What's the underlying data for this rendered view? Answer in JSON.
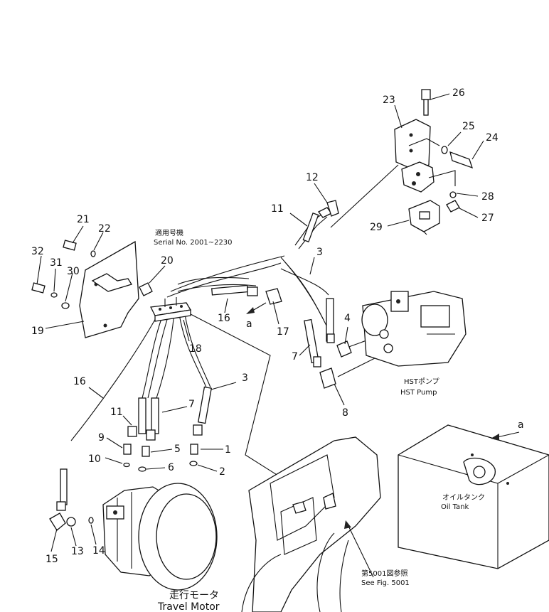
{
  "serial_note": {
    "jp": "適用号機",
    "en": "Serial No. 2001~2230"
  },
  "labels": {
    "hst_pump_jp": "HSTポンプ",
    "hst_pump_en": "HST Pump",
    "oil_tank_jp": "オイルタンク",
    "oil_tank_en": "Oil Tank",
    "see_fig_jp": "第5001図参照",
    "see_fig_en": "See Fig. 5001",
    "travel_motor_jp": "走行モータ",
    "travel_motor_en": "Travel Motor",
    "view_a_1": "a",
    "view_a_2": "a"
  },
  "callouts": {
    "n1": "1",
    "n2": "2",
    "n3a": "3",
    "n3b": "3",
    "n4": "4",
    "n5": "5",
    "n6": "6",
    "n7a": "7",
    "n7b": "7",
    "n8": "8",
    "n9": "9",
    "n10": "10",
    "n11a": "11",
    "n11b": "11",
    "n12": "12",
    "n13": "13",
    "n14": "14",
    "n15": "15",
    "n16a": "16",
    "n16b": "16",
    "n17": "17",
    "n18": "18",
    "n19": "19",
    "n20": "20",
    "n21": "21",
    "n22": "22",
    "n23": "23",
    "n24": "24",
    "n25": "25",
    "n26": "26",
    "n27": "27",
    "n28": "28",
    "n29": "29",
    "n30": "30",
    "n31": "31",
    "n32": "32"
  }
}
